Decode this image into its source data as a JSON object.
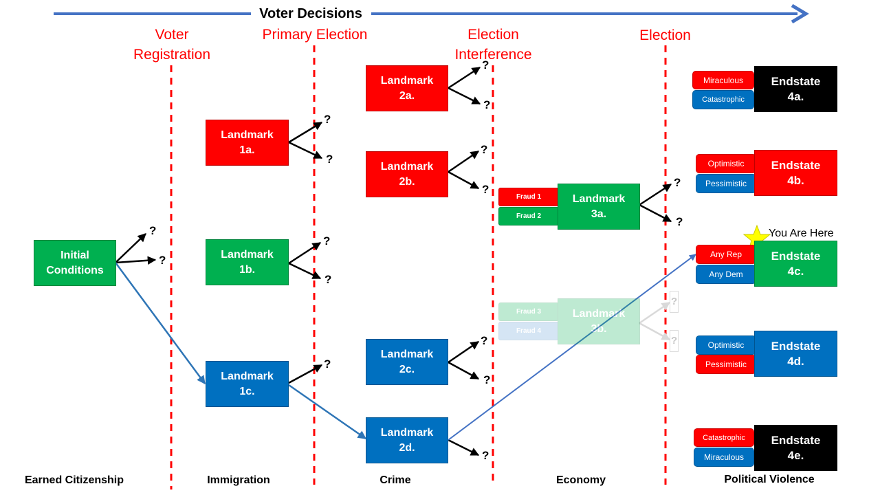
{
  "title": "Voter Decisions",
  "colors": {
    "red": "#ff0000",
    "green": "#00b050",
    "blue": "#0070c0",
    "black": "#000000",
    "arrow_blue": "#4472c4",
    "path_blue": "#2e75b6",
    "divider_red": "#ff0000",
    "star": "#ffff00"
  },
  "headers": {
    "voter_registration": "Voter\nRegistration",
    "primary_election": "Primary Election",
    "election_interference": "Election\nInterference",
    "election": "Election"
  },
  "nodes": {
    "initial": "Initial\nConditions",
    "l1a": "Landmark\n1a.",
    "l1b": "Landmark\n1b.",
    "l1c": "Landmark\n1c.",
    "l2a": "Landmark\n2a.",
    "l2b": "Landmark\n2b.",
    "l2c": "Landmark\n2c.",
    "l2d": "Landmark\n2d.",
    "l3a": "Landmark\n3a.",
    "l3b": "Landmark\n3b.",
    "e4a": "Endstate\n4a.",
    "e4b": "Endstate\n4b.",
    "e4c": "Endstate\n4c.",
    "e4d": "Endstate\n4d.",
    "e4e": "Endstate\n4e."
  },
  "fraud": {
    "f1": "Fraud 1",
    "f2": "Fraud 2",
    "f3": "Fraud 3",
    "f4": "Fraud 4"
  },
  "endstate_tags": {
    "e4a": [
      "Miraculous",
      "Catastrophic"
    ],
    "e4b": [
      "Optimistic",
      "Pessimistic"
    ],
    "e4c": [
      "Any Rep",
      "Any Dem"
    ],
    "e4d": [
      "Optimistic",
      "Pessimistic"
    ],
    "e4e": [
      "Catastrophic",
      "Miraculous"
    ]
  },
  "question_mark": "?",
  "you_are_here": "You Are Here",
  "bottom_labels": {
    "earned_citizenship": "Earned Citizenship",
    "immigration": "Immigration",
    "crime": "Crime",
    "economy": "Economy",
    "political_violence": "Political Violence"
  }
}
